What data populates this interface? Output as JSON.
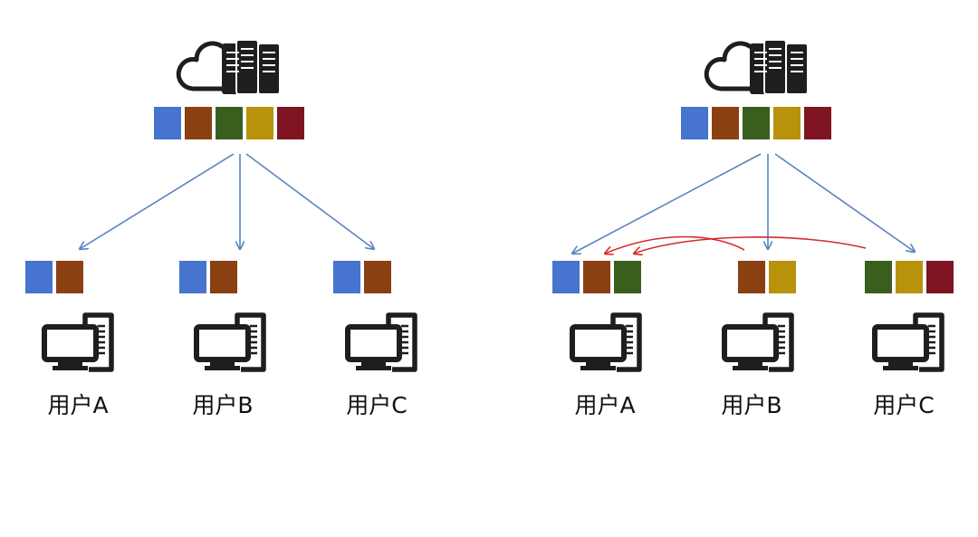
{
  "colors": {
    "blue": "#4674CE",
    "brown": "#8B4012",
    "green": "#3A5E1E",
    "gold": "#B8920A",
    "red": "#7E1422",
    "arrow_blue": "#5B83C0",
    "arrow_red": "#D62A2A",
    "icon": "#1E1E1E"
  },
  "icons": {
    "server": "cloud-server-icon",
    "user": "desktop-computer-icon"
  },
  "left_panel": {
    "server_blocks": [
      "blue",
      "brown",
      "green",
      "gold",
      "red"
    ],
    "users": [
      {
        "label": "用户A",
        "blocks": [
          "blue",
          "brown"
        ]
      },
      {
        "label": "用户B",
        "blocks": [
          "blue",
          "brown"
        ]
      },
      {
        "label": "用户C",
        "blocks": [
          "blue",
          "brown"
        ]
      }
    ]
  },
  "right_panel": {
    "server_blocks": [
      "blue",
      "brown",
      "green",
      "gold",
      "red"
    ],
    "users": [
      {
        "label": "用户A",
        "blocks": [
          "blue",
          "brown",
          "green"
        ]
      },
      {
        "label": "用户B",
        "blocks": [
          "brown",
          "gold"
        ]
      },
      {
        "label": "用户C",
        "blocks": [
          "green",
          "gold",
          "red"
        ]
      }
    ]
  }
}
